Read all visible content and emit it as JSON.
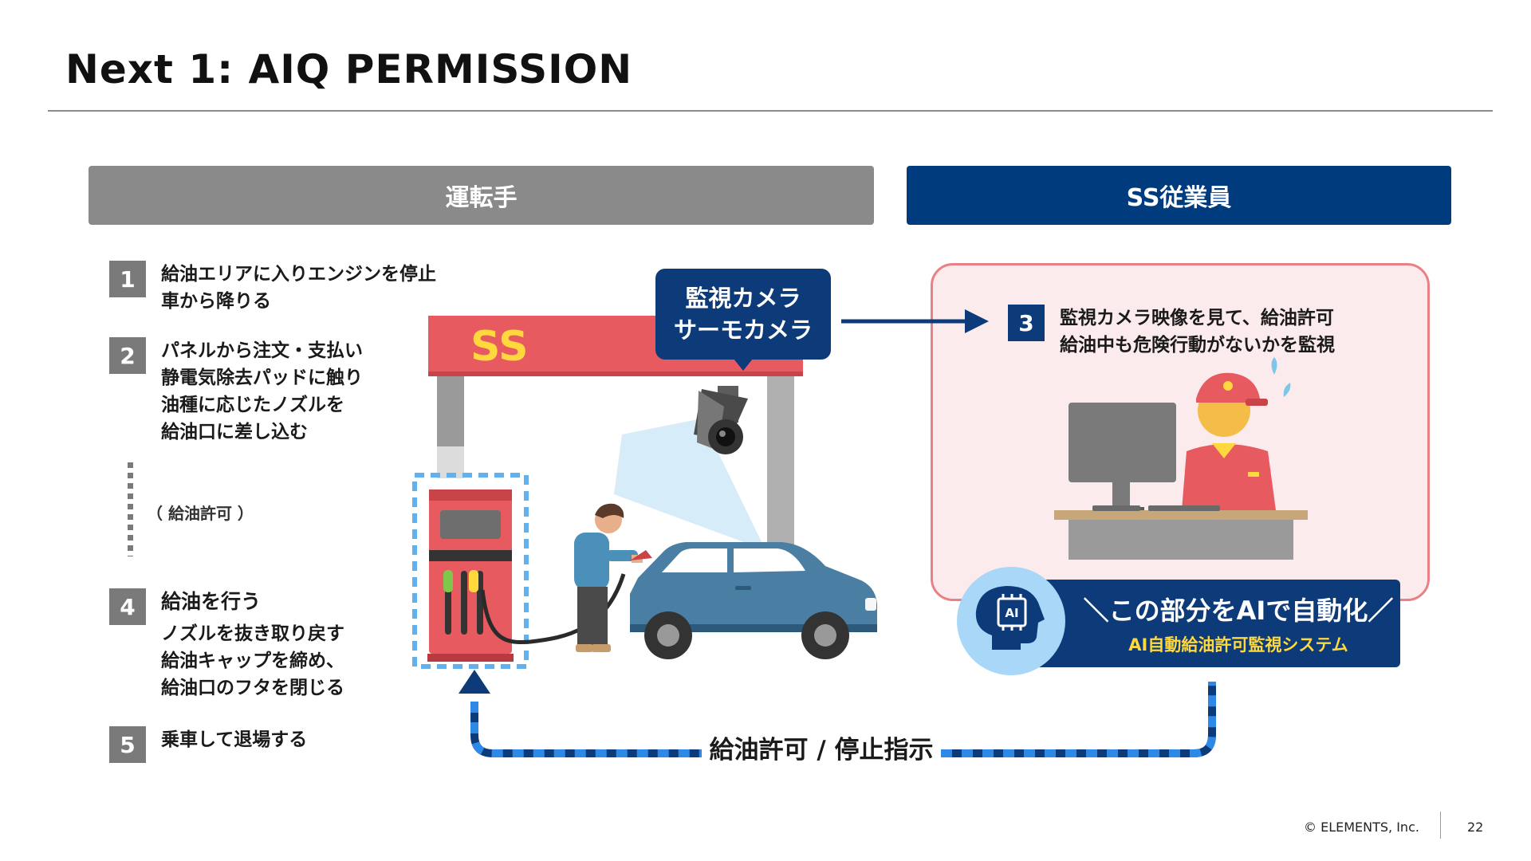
{
  "title": "Next 1: AIQ PERMISSION",
  "headers": {
    "driver": "運転手",
    "staff": "SS従業員"
  },
  "steps": [
    {
      "num": "1",
      "lines": [
        "給油エリアに入りエンジンを停止",
        "車から降りる"
      ]
    },
    {
      "num": "2",
      "lines": [
        "パネルから注文・支払い",
        "静電気除去パッドに触り",
        "油種に応じたノズルを",
        "給油口に差し込む"
      ]
    },
    {
      "num": "4",
      "head": "給油を行う",
      "lines": [
        "ノズルを抜き取り戻す",
        "給油キャップを締め、",
        "給油口のフタを閉じる"
      ]
    },
    {
      "num": "5",
      "lines": [
        "乗車して退場する"
      ]
    }
  ],
  "permit_small": "（ 給油許可 ）",
  "camera_label": {
    "line1": "監視カメラ",
    "line2": "サーモカメラ"
  },
  "station_sign": "SS",
  "step3": {
    "num": "3",
    "line1": "監視カメラ映像を見て、給油許可",
    "line2": "給油中も危険行動がないかを監視"
  },
  "ai_banner": {
    "main": "＼この部分をAIで自動化／",
    "sub": "AI自動給油許可監視システム",
    "chip": "AI"
  },
  "loop_label": "給油許可 / 停止指示",
  "footer": {
    "copyright": "© ELEMENTS, Inc.",
    "page": "22"
  },
  "colors": {
    "navy": "#0d3b7a",
    "gray": "#8a8a8a",
    "red": "#e65a60",
    "pink_bg": "#fcebed",
    "dash_blue": "#2c8ae6"
  }
}
